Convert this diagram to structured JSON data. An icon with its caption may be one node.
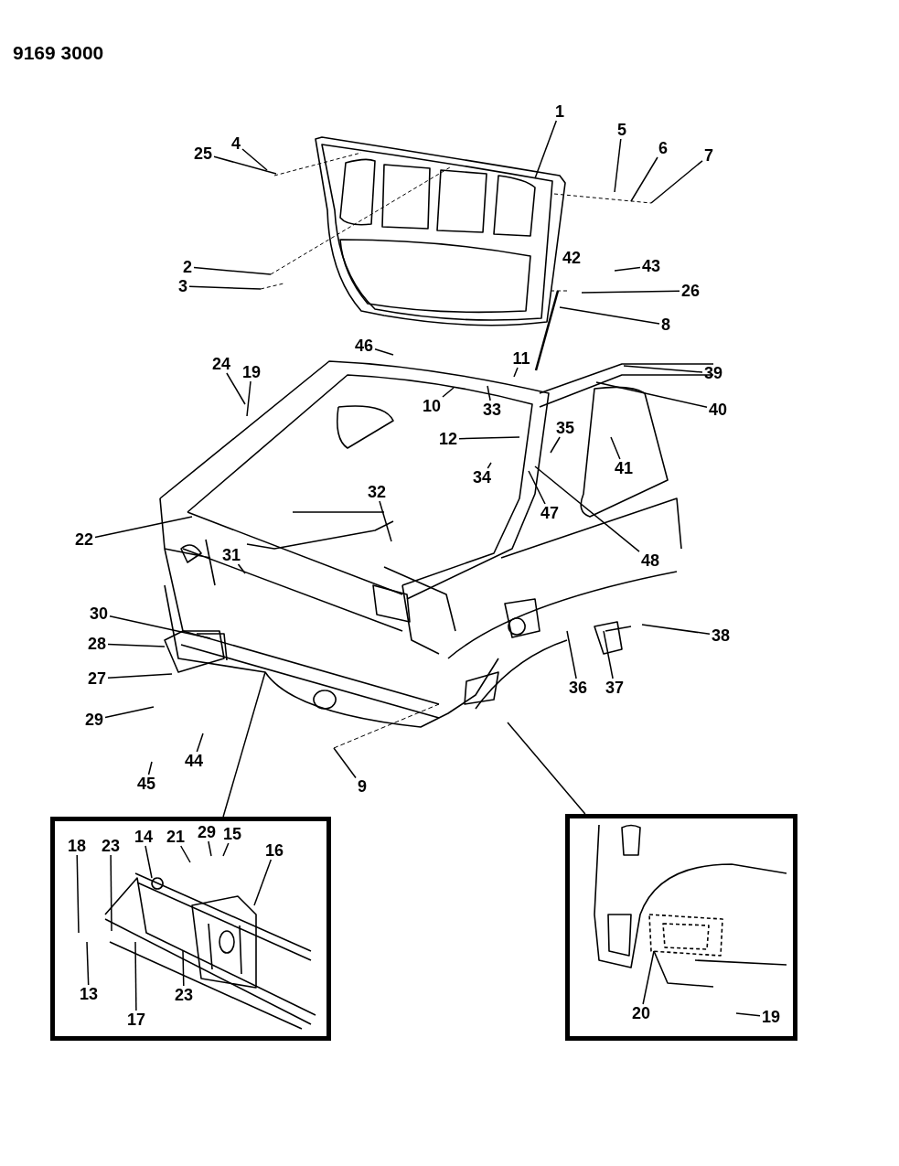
{
  "diagram": {
    "nodes": [
      {
        "text": [
          "1"
        ]
      },
      {
        "text": [
          "2"
        ]
      },
      {
        "text": [
          "3"
        ]
      },
      {
        "text": [
          "4"
        ]
      },
      {
        "text": [
          "25"
        ]
      },
      {
        "text": [
          "5"
        ]
      },
      {
        "text": [
          "6"
        ]
      },
      {
        "text": [
          "7"
        ]
      },
      {
        "text": [
          "42"
        ]
      },
      {
        "text": [
          "43"
        ]
      },
      {
        "text": [
          "26"
        ]
      },
      {
        "text": [
          "8"
        ]
      },
      {
        "text": [
          "46"
        ]
      },
      {
        "text": [
          "24"
        ]
      },
      {
        "text": [
          "19"
        ]
      },
      {
        "text": [
          "11"
        ]
      },
      {
        "text": [
          "10"
        ]
      },
      {
        "text": [
          "33"
        ]
      },
      {
        "text": [
          "39"
        ]
      },
      {
        "text": [
          "40"
        ]
      },
      {
        "text": [
          "12"
        ]
      },
      {
        "text": [
          "35"
        ]
      },
      {
        "text": [
          "41"
        ]
      },
      {
        "text": [
          "34"
        ]
      },
      {
        "text": [
          "47"
        ]
      },
      {
        "text": [
          "48"
        ]
      },
      {
        "text": [
          "32"
        ]
      },
      {
        "text": [
          "22"
        ]
      },
      {
        "text": [
          "31"
        ]
      },
      {
        "text": [
          "30"
        ]
      },
      {
        "text": [
          "28"
        ]
      },
      {
        "text": [
          "27"
        ]
      },
      {
        "text": [
          "38"
        ]
      },
      {
        "text": [
          "29"
        ]
      },
      {
        "text": [
          "36"
        ]
      },
      {
        "text": [
          "37"
        ]
      },
      {
        "text": [
          "44"
        ]
      },
      {
        "text": [
          "9"
        ]
      },
      {
        "text": [
          "45"
        ]
      },
      {
        "text": [],
        "shape": "box"
      },
      {
        "text": [
          "18"
        ],
        "in": 39
      },
      {
        "text": [
          "23"
        ],
        "in": 39
      },
      {
        "text": [
          "14"
        ],
        "in": 39
      },
      {
        "text": [
          "21"
        ],
        "in": 39
      },
      {
        "text": [
          "29"
        ],
        "in": 39
      },
      {
        "text": [
          "15"
        ],
        "in": 39
      },
      {
        "text": [
          "16"
        ],
        "in": 39
      },
      {
        "text": [
          "13"
        ],
        "in": 39
      },
      {
        "text": [
          "17"
        ],
        "in": 39
      },
      {
        "text": [
          "23"
        ],
        "in": 39
      },
      {
        "text": [],
        "shape": "box"
      },
      {
        "text": [
          "20"
        ],
        "in": 50
      },
      {
        "text": [
          "19"
        ],
        "in": 50
      }
    ],
    "edges": [
      {
        "from": 0,
        "to": null,
        "arrow": "none"
      },
      {
        "from": 1,
        "to": null,
        "arrow": "none"
      },
      {
        "from": 2,
        "to": null,
        "arrow": "none"
      },
      {
        "from": 3,
        "to": null,
        "arrow": "none"
      },
      {
        "from": 4,
        "to": null,
        "arrow": "none"
      },
      {
        "from": 5,
        "to": null,
        "arrow": "none"
      },
      {
        "from": 6,
        "to": null,
        "arrow": "none"
      },
      {
        "from": 7,
        "to": null,
        "arrow": "none"
      },
      {
        "from": 9,
        "to": null,
        "arrow": "none"
      },
      {
        "from": 10,
        "to": null,
        "arrow": "none"
      },
      {
        "from": 11,
        "to": null,
        "arrow": "none"
      },
      {
        "from": 12,
        "to": null,
        "arrow": "none"
      },
      {
        "from": 13,
        "to": null,
        "arrow": "none"
      },
      {
        "from": 14,
        "to": null,
        "arrow": "none"
      },
      {
        "from": 15,
        "to": null,
        "arrow": "none"
      },
      {
        "from": 16,
        "to": null,
        "arrow": "none"
      },
      {
        "from": 17,
        "to": null,
        "arrow": "none"
      },
      {
        "from": 18,
        "to": null,
        "arrow": "none"
      },
      {
        "from": 19,
        "to": null,
        "arrow": "none"
      },
      {
        "from": 20,
        "to": null,
        "arrow": "none"
      },
      {
        "from": 21,
        "to": null,
        "arrow": "none"
      },
      {
        "from": 22,
        "to": null,
        "arrow": "none"
      },
      {
        "from": 23,
        "to": null,
        "arrow": "none"
      },
      {
        "from": 24,
        "to": null,
        "arrow": "none"
      },
      {
        "from": 25,
        "to": null,
        "arrow": "none"
      },
      {
        "from": 26,
        "to": null,
        "arrow": "none"
      },
      {
        "from": 27,
        "to": null,
        "arrow": "none"
      },
      {
        "from": 28,
        "to": null,
        "arrow": "none"
      },
      {
        "from": 29,
        "to": null,
        "arrow": "none"
      },
      {
        "from": 30,
        "to": null,
        "arrow": "none"
      },
      {
        "from": 31,
        "to": null,
        "arrow": "none"
      },
      {
        "from": 32,
        "to": null,
        "arrow": "none"
      },
      {
        "from": 33,
        "to": null,
        "arrow": "none"
      },
      {
        "from": 34,
        "to": null,
        "arrow": "none"
      },
      {
        "from": 35,
        "to": null,
        "arrow": "none"
      },
      {
        "from": 36,
        "to": null,
        "arrow": "none"
      },
      {
        "from": 37,
        "to": null,
        "arrow": "none"
      },
      {
        "from": 38,
        "to": null,
        "arrow": "none"
      },
      {
        "from": null,
        "to": 39,
        "arrow": "none"
      },
      {
        "from": 40,
        "to": null,
        "arrow": "none"
      },
      {
        "from": 41,
        "to": null,
        "arrow": "none"
      },
      {
        "from": 42,
        "to": null,
        "arrow": "none"
      },
      {
        "from": 43,
        "to": null,
        "arrow": "none"
      },
      {
        "from": 44,
        "to": null,
        "arrow": "none"
      },
      {
        "from": 45,
        "to": null,
        "arrow": "none"
      },
      {
        "from": 46,
        "to": null,
        "arrow": "none"
      },
      {
        "from": 47,
        "to": null,
        "arrow": "none"
      },
      {
        "from": 48,
        "to": null,
        "arrow": "none"
      },
      {
        "from": 49,
        "to": null,
        "arrow": "none"
      },
      {
        "from": null,
        "to": 50,
        "arrow": "none"
      },
      {
        "from": 51,
        "to": null,
        "arrow": "none"
      },
      {
        "from": 52,
        "to": null,
        "arrow": "none"
      }
    ],
    "labels": [
      "9169 3000"
    ]
  }
}
